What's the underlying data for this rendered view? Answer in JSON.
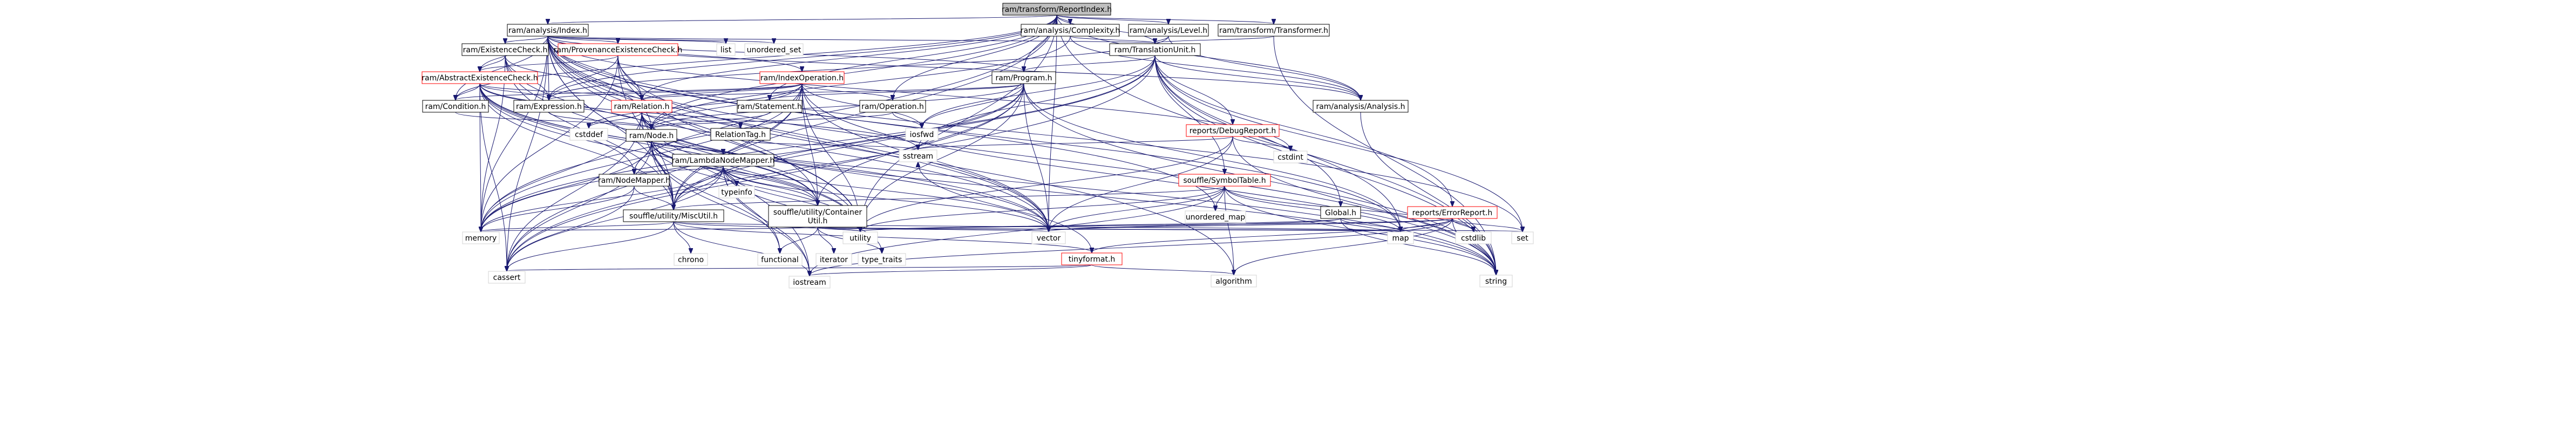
{
  "colors": {
    "root_fill": "#bfbfbf",
    "linked_fill": "#ffffff",
    "linked_border": "#000000",
    "external_border": "#ff0000",
    "system_border": "#d3d3d3",
    "edge": "#191970",
    "background": "#ffffff"
  },
  "nodes": [
    {
      "id": "root",
      "label": "ram/transform/ReportIndex.h",
      "kind": "root"
    },
    {
      "id": "ram_analysis_index",
      "label": "ram/analysis/Index.h",
      "kind": "linked"
    },
    {
      "id": "ram_analysis_complexity",
      "label": "ram/analysis/Complexity.h",
      "kind": "linked"
    },
    {
      "id": "ram_analysis_level",
      "label": "ram/analysis/Level.h",
      "kind": "linked"
    },
    {
      "id": "ram_transform_transformer",
      "label": "ram/transform/Transformer.h",
      "kind": "linked"
    },
    {
      "id": "ram_existence_check",
      "label": "ram/ExistenceCheck.h",
      "kind": "linked"
    },
    {
      "id": "ram_provenance_existence_check",
      "label": "ram/ProvenanceExistenceCheck.h",
      "kind": "external"
    },
    {
      "id": "list",
      "label": "list",
      "kind": "system"
    },
    {
      "id": "unordered_set",
      "label": "unordered_set",
      "kind": "system"
    },
    {
      "id": "ram_translation_unit",
      "label": "ram/TranslationUnit.h",
      "kind": "linked"
    },
    {
      "id": "ram_abstract_existence_check",
      "label": "ram/AbstractExistenceCheck.h",
      "kind": "external"
    },
    {
      "id": "ram_index_operation",
      "label": "ram/IndexOperation.h",
      "kind": "external"
    },
    {
      "id": "ram_program",
      "label": "ram/Program.h",
      "kind": "linked"
    },
    {
      "id": "ram_condition",
      "label": "ram/Condition.h",
      "kind": "linked"
    },
    {
      "id": "ram_expression",
      "label": "ram/Expression.h",
      "kind": "linked"
    },
    {
      "id": "ram_relation",
      "label": "ram/Relation.h",
      "kind": "external"
    },
    {
      "id": "ram_statement",
      "label": "ram/Statement.h",
      "kind": "linked"
    },
    {
      "id": "ram_operation",
      "label": "ram/Operation.h",
      "kind": "linked"
    },
    {
      "id": "ram_analysis_analysis",
      "label": "ram/analysis/Analysis.h",
      "kind": "linked"
    },
    {
      "id": "reports_debug_report",
      "label": "reports/DebugReport.h",
      "kind": "external"
    },
    {
      "id": "cstddef",
      "label": "cstddef",
      "kind": "system"
    },
    {
      "id": "ram_node",
      "label": "ram/Node.h",
      "kind": "linked"
    },
    {
      "id": "relation_tag",
      "label": "RelationTag.h",
      "kind": "linked"
    },
    {
      "id": "iosfwd",
      "label": "iosfwd",
      "kind": "system"
    },
    {
      "id": "sstream",
      "label": "sstream",
      "kind": "system"
    },
    {
      "id": "cstdint",
      "label": "cstdint",
      "kind": "system"
    },
    {
      "id": "ram_lambda_node_mapper",
      "label": "ram/LambdaNodeMapper.h",
      "kind": "linked"
    },
    {
      "id": "ram_node_mapper",
      "label": "ram/NodeMapper.h",
      "kind": "linked"
    },
    {
      "id": "typeinfo",
      "label": "typeinfo",
      "kind": "system"
    },
    {
      "id": "souffle_symbol_table",
      "label": "souffle/SymbolTable.h",
      "kind": "external"
    },
    {
      "id": "unordered_map",
      "label": "unordered_map",
      "kind": "system"
    },
    {
      "id": "global_h",
      "label": "Global.h",
      "kind": "linked"
    },
    {
      "id": "reports_error_report",
      "label": "reports/ErrorReport.h",
      "kind": "external"
    },
    {
      "id": "souffle_misc_util",
      "label": "souffle/utility/MiscUtil.h",
      "kind": "linked"
    },
    {
      "id": "souffle_container_util",
      "label": "souffle/utility/Container\nUtil.h",
      "kind": "linked"
    },
    {
      "id": "memory",
      "label": "memory",
      "kind": "system"
    },
    {
      "id": "chrono",
      "label": "chrono",
      "kind": "system"
    },
    {
      "id": "functional",
      "label": "functional",
      "kind": "system"
    },
    {
      "id": "iterator",
      "label": "iterator",
      "kind": "system"
    },
    {
      "id": "type_traits",
      "label": "type_traits",
      "kind": "system"
    },
    {
      "id": "utility",
      "label": "utility",
      "kind": "system"
    },
    {
      "id": "vector",
      "label": "vector",
      "kind": "system"
    },
    {
      "id": "map",
      "label": "map",
      "kind": "system"
    },
    {
      "id": "cstdlib",
      "label": "cstdlib",
      "kind": "system"
    },
    {
      "id": "set",
      "label": "set",
      "kind": "system"
    },
    {
      "id": "tinyformat",
      "label": "tinyformat.h",
      "kind": "external"
    },
    {
      "id": "cassert",
      "label": "cassert",
      "kind": "system"
    },
    {
      "id": "iostream",
      "label": "iostream",
      "kind": "system"
    },
    {
      "id": "algorithm",
      "label": "algorithm",
      "kind": "system"
    },
    {
      "id": "string",
      "label": "string",
      "kind": "system"
    }
  ],
  "edges": [
    [
      "root",
      "ram_analysis_index"
    ],
    [
      "root",
      "ram_analysis_complexity"
    ],
    [
      "root",
      "ram_analysis_level"
    ],
    [
      "root",
      "ram_transform_transformer"
    ],
    [
      "root",
      "ram_translation_unit"
    ],
    [
      "root",
      "ram_program"
    ],
    [
      "root",
      "ram_relation"
    ],
    [
      "root",
      "ram_condition"
    ],
    [
      "root",
      "ram_expression"
    ],
    [
      "root",
      "ram_operation"
    ],
    [
      "root",
      "ram_statement"
    ],
    [
      "root",
      "ram_node"
    ],
    [
      "root",
      "souffle_misc_util"
    ],
    [
      "root",
      "memory"
    ],
    [
      "root",
      "utility"
    ],
    [
      "root",
      "vector"
    ],
    [
      "root",
      "string"
    ],
    [
      "root",
      "ram_analysis_analysis"
    ],
    [
      "ram_analysis_index",
      "ram_existence_check"
    ],
    [
      "ram_analysis_index",
      "ram_provenance_existence_check"
    ],
    [
      "ram_analysis_index",
      "list"
    ],
    [
      "ram_analysis_index",
      "unordered_set"
    ],
    [
      "ram_analysis_index",
      "ram_translation_unit"
    ],
    [
      "ram_analysis_index",
      "ram_abstract_existence_check"
    ],
    [
      "ram_analysis_index",
      "ram_index_operation"
    ],
    [
      "ram_analysis_index",
      "ram_program"
    ],
    [
      "ram_analysis_index",
      "ram_condition"
    ],
    [
      "ram_analysis_index",
      "ram_expression"
    ],
    [
      "ram_analysis_index",
      "ram_relation"
    ],
    [
      "ram_analysis_index",
      "ram_node"
    ],
    [
      "ram_analysis_index",
      "ram_analysis_analysis"
    ],
    [
      "ram_analysis_index",
      "souffle_misc_util"
    ],
    [
      "ram_analysis_index",
      "souffle_container_util"
    ],
    [
      "ram_analysis_index",
      "memory"
    ],
    [
      "ram_analysis_index",
      "cassert"
    ],
    [
      "ram_analysis_index",
      "cstdint"
    ],
    [
      "ram_analysis_index",
      "iostream"
    ],
    [
      "ram_analysis_index",
      "map"
    ],
    [
      "ram_analysis_index",
      "set"
    ],
    [
      "ram_analysis_index",
      "unordered_map"
    ],
    [
      "ram_analysis_index",
      "utility"
    ],
    [
      "ram_analysis_index",
      "vector"
    ],
    [
      "ram_analysis_index",
      "string"
    ],
    [
      "ram_analysis_index",
      "algorithm"
    ],
    [
      "ram_analysis_complexity",
      "ram_translation_unit"
    ],
    [
      "ram_analysis_complexity",
      "ram_analysis_analysis"
    ],
    [
      "ram_analysis_complexity",
      "ram_node"
    ],
    [
      "ram_analysis_level",
      "ram_translation_unit"
    ],
    [
      "ram_analysis_level",
      "ram_analysis_analysis"
    ],
    [
      "ram_analysis_level",
      "ram_expression"
    ],
    [
      "ram_transform_transformer",
      "ram_translation_unit"
    ],
    [
      "ram_transform_transformer",
      "string"
    ],
    [
      "ram_existence_check",
      "ram_abstract_existence_check"
    ],
    [
      "ram_existence_check",
      "ram_expression"
    ],
    [
      "ram_existence_check",
      "ram_relation"
    ],
    [
      "ram_existence_check",
      "souffle_misc_util"
    ],
    [
      "ram_existence_check",
      "memory"
    ],
    [
      "ram_existence_check",
      "utility"
    ],
    [
      "ram_existence_check",
      "vector"
    ],
    [
      "ram_provenance_existence_check",
      "ram_abstract_existence_check"
    ],
    [
      "ram_provenance_existence_check",
      "ram_expression"
    ],
    [
      "ram_provenance_existence_check",
      "ram_relation"
    ],
    [
      "ram_provenance_existence_check",
      "souffle_misc_util"
    ],
    [
      "ram_provenance_existence_check",
      "memory"
    ],
    [
      "ram_provenance_existence_check",
      "utility"
    ],
    [
      "ram_provenance_existence_check",
      "vector"
    ],
    [
      "ram_translation_unit",
      "ram_program"
    ],
    [
      "ram_translation_unit",
      "ram_analysis_analysis"
    ],
    [
      "ram_translation_unit",
      "reports_debug_report"
    ],
    [
      "ram_translation_unit",
      "reports_error_report"
    ],
    [
      "ram_translation_unit",
      "souffle_symbol_table"
    ],
    [
      "ram_translation_unit",
      "global_h"
    ],
    [
      "ram_translation_unit",
      "souffle_misc_util"
    ],
    [
      "ram_translation_unit",
      "cassert"
    ],
    [
      "ram_translation_unit",
      "map"
    ],
    [
      "ram_translation_unit",
      "memory"
    ],
    [
      "ram_translation_unit",
      "set"
    ],
    [
      "ram_translation_unit",
      "sstream"
    ],
    [
      "ram_translation_unit",
      "string"
    ],
    [
      "ram_translation_unit",
      "iosfwd"
    ],
    [
      "ram_abstract_existence_check",
      "ram_condition"
    ],
    [
      "ram_abstract_existence_check",
      "ram_expression"
    ],
    [
      "ram_abstract_existence_check",
      "ram_node"
    ],
    [
      "ram_abstract_existence_check",
      "ram_node_mapper"
    ],
    [
      "ram_abstract_existence_check",
      "ram_relation"
    ],
    [
      "ram_abstract_existence_check",
      "souffle_container_util"
    ],
    [
      "ram_abstract_existence_check",
      "souffle_misc_util"
    ],
    [
      "ram_abstract_existence_check",
      "cassert"
    ],
    [
      "ram_abstract_existence_check",
      "memory"
    ],
    [
      "ram_abstract_existence_check",
      "sstream"
    ],
    [
      "ram_abstract_existence_check",
      "string"
    ],
    [
      "ram_abstract_existence_check",
      "utility"
    ],
    [
      "ram_abstract_existence_check",
      "vector"
    ],
    [
      "ram_index_operation",
      "ram_condition"
    ],
    [
      "ram_index_operation",
      "ram_expression"
    ],
    [
      "ram_index_operation",
      "ram_node"
    ],
    [
      "ram_index_operation",
      "ram_node_mapper"
    ],
    [
      "ram_index_operation",
      "ram_operation"
    ],
    [
      "ram_index_operation",
      "ram_relation"
    ],
    [
      "ram_index_operation",
      "souffle_container_util"
    ],
    [
      "ram_index_operation",
      "souffle_misc_util"
    ],
    [
      "ram_index_operation",
      "cassert"
    ],
    [
      "ram_index_operation",
      "cstddef"
    ],
    [
      "ram_index_operation",
      "iosfwd"
    ],
    [
      "ram_index_operation",
      "memory"
    ],
    [
      "ram_index_operation",
      "ostream"
    ],
    [
      "ram_index_operation",
      "string"
    ],
    [
      "ram_index_operation",
      "utility"
    ],
    [
      "ram_index_operation",
      "vector"
    ],
    [
      "ram_program",
      "ram_node"
    ],
    [
      "ram_program",
      "ram_relation"
    ],
    [
      "ram_program",
      "ram_statement"
    ],
    [
      "ram_program",
      "souffle_container_util"
    ],
    [
      "ram_program",
      "souffle_misc_util"
    ],
    [
      "ram_program",
      "cassert"
    ],
    [
      "ram_program",
      "map"
    ],
    [
      "ram_program",
      "memory"
    ],
    [
      "ram_program",
      "ostream"
    ],
    [
      "ram_program",
      "string"
    ],
    [
      "ram_program",
      "utility"
    ],
    [
      "ram_program",
      "vector"
    ],
    [
      "ram_program",
      "iosfwd"
    ],
    [
      "ram_condition",
      "ram_node"
    ],
    [
      "ram_expression",
      "ram_node"
    ],
    [
      "ram_relation",
      "ram_node"
    ],
    [
      "ram_relation",
      "relation_tag"
    ],
    [
      "ram_relation",
      "souffle_container_util"
    ],
    [
      "ram_relation",
      "souffle_misc_util"
    ],
    [
      "ram_relation",
      "cassert"
    ],
    [
      "ram_relation",
      "cstddef"
    ],
    [
      "ram_relation",
      "memory"
    ],
    [
      "ram_relation",
      "ostream"
    ],
    [
      "ram_relation",
      "string"
    ],
    [
      "ram_relation",
      "utility"
    ],
    [
      "ram_relation",
      "vector"
    ],
    [
      "ram_statement",
      "ram_node"
    ],
    [
      "ram_operation",
      "ram_node"
    ],
    [
      "ram_operation",
      "iosfwd"
    ],
    [
      "ram_analysis_analysis",
      "string"
    ],
    [
      "reports_debug_report",
      "sstream"
    ],
    [
      "reports_debug_report",
      "string"
    ],
    [
      "reports_debug_report",
      "utility"
    ],
    [
      "reports_debug_report",
      "vector"
    ],
    [
      "reports_debug_report",
      "cstdint"
    ],
    [
      "ram_node",
      "ram_lambda_node_mapper"
    ],
    [
      "ram_node",
      "souffle_container_util"
    ],
    [
      "ram_node",
      "souffle_misc_util"
    ],
    [
      "ram_node",
      "cassert"
    ],
    [
      "ram_node",
      "functional"
    ],
    [
      "ram_node",
      "iostream"
    ],
    [
      "ram_node",
      "memory"
    ],
    [
      "ram_node",
      "typeinfo"
    ],
    [
      "ram_node",
      "utility"
    ],
    [
      "ram_node",
      "vector"
    ],
    [
      "ram_node",
      "ram_node_mapper"
    ],
    [
      "relation_tag",
      "sstream"
    ],
    [
      "ram_lambda_node_mapper",
      "ram_node_mapper"
    ],
    [
      "ram_lambda_node_mapper",
      "souffle_container_util"
    ],
    [
      "ram_lambda_node_mapper",
      "souffle_misc_util"
    ],
    [
      "ram_lambda_node_mapper",
      "cassert"
    ],
    [
      "ram_lambda_node_mapper",
      "functional"
    ],
    [
      "ram_lambda_node_mapper",
      "iostream"
    ],
    [
      "ram_lambda_node_mapper",
      "memory"
    ],
    [
      "ram_lambda_node_mapper",
      "typeinfo"
    ],
    [
      "ram_lambda_node_mapper",
      "utility"
    ],
    [
      "ram_lambda_node_mapper",
      "vector"
    ],
    [
      "ram_lambda_node_mapper",
      "type_traits"
    ],
    [
      "ram_node_mapper",
      "souffle_misc_util"
    ],
    [
      "ram_node_mapper",
      "cassert"
    ],
    [
      "ram_node_mapper",
      "memory"
    ],
    [
      "souffle_symbol_table",
      "souffle_misc_util"
    ],
    [
      "souffle_symbol_table",
      "cstdlib"
    ],
    [
      "souffle_symbol_table",
      "iostream"
    ],
    [
      "souffle_symbol_table",
      "map"
    ],
    [
      "souffle_symbol_table",
      "string"
    ],
    [
      "souffle_symbol_table",
      "unordered_map"
    ],
    [
      "souffle_symbol_table",
      "utility"
    ],
    [
      "souffle_symbol_table",
      "vector"
    ],
    [
      "souffle_symbol_table",
      "algorithm"
    ],
    [
      "global_h",
      "map"
    ],
    [
      "global_h",
      "string"
    ],
    [
      "global_h",
      "utility"
    ],
    [
      "global_h",
      "vector"
    ],
    [
      "reports_error_report",
      "tinyformat"
    ],
    [
      "reports_error_report",
      "map"
    ],
    [
      "reports_error_report",
      "set"
    ],
    [
      "reports_error_report",
      "string"
    ],
    [
      "reports_error_report",
      "utility"
    ],
    [
      "reports_error_report",
      "vector"
    ],
    [
      "reports_error_report",
      "cstdlib"
    ],
    [
      "reports_error_report",
      "algorithm"
    ],
    [
      "reports_error_report",
      "iostream"
    ],
    [
      "souffle_misc_util",
      "tinyformat"
    ],
    [
      "souffle_misc_util",
      "cassert"
    ],
    [
      "souffle_misc_util",
      "chrono"
    ],
    [
      "souffle_misc_util",
      "iostream"
    ],
    [
      "souffle_misc_util",
      "map"
    ],
    [
      "souffle_misc_util",
      "memory"
    ],
    [
      "souffle_misc_util",
      "utility"
    ],
    [
      "souffle_container_util",
      "functional"
    ],
    [
      "souffle_container_util",
      "iterator"
    ],
    [
      "souffle_container_util",
      "map"
    ],
    [
      "souffle_container_util",
      "memory"
    ],
    [
      "souffle_container_util",
      "type_traits"
    ],
    [
      "souffle_container_util",
      "utility"
    ],
    [
      "souffle_container_util",
      "vector"
    ],
    [
      "souffle_container_util",
      "set"
    ],
    [
      "tinyformat",
      "cassert"
    ],
    [
      "tinyformat",
      "iostream"
    ],
    [
      "tinyformat",
      "sstream"
    ],
    [
      "tinyformat",
      "algorithm"
    ]
  ]
}
